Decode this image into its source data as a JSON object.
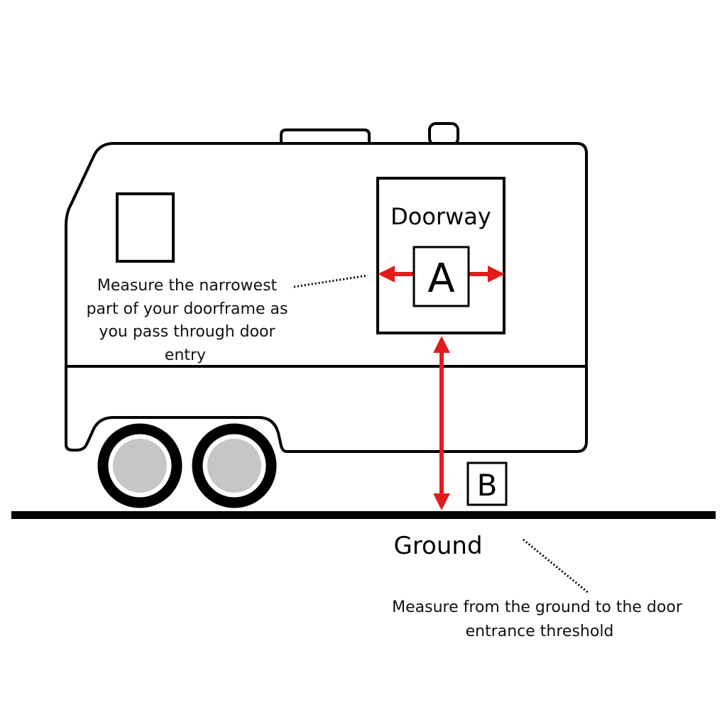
{
  "labels": {
    "doorway": "Doorway",
    "marker_a": "A",
    "marker_b": "B",
    "ground": "Ground"
  },
  "notes": {
    "width_note": [
      "Measure the narrowest",
      "part of your doorframe as",
      "you pass through door",
      "entry"
    ],
    "height_note": [
      "Measure from the ground to the door",
      "entrance threshold"
    ]
  },
  "colors": {
    "outline": "#000000",
    "arrow": "#e31b1b",
    "hubcap": "#c6c6c6",
    "background": "#ffffff"
  }
}
